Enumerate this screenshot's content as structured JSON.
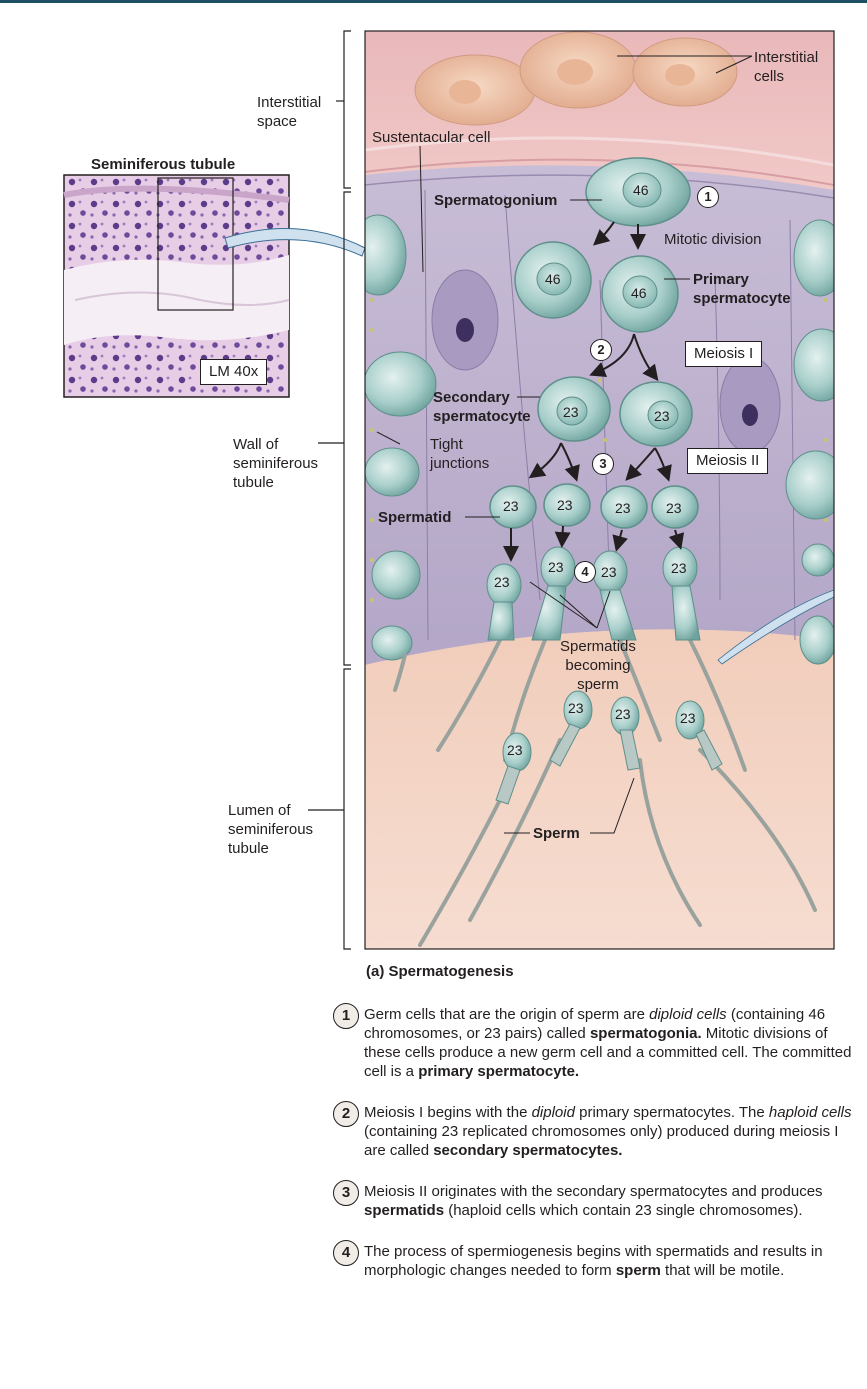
{
  "micrograph": {
    "title": "Seminiferous tubule",
    "magnification": "LM 40x"
  },
  "regions": {
    "interstitial_space": "Interstitial\nspace",
    "wall": "Wall of\nseminiferous\ntubule",
    "lumen": "Lumen of\nseminiferous\ntubule"
  },
  "labels": {
    "interstitial_cells": "Interstitial\ncells",
    "sustentacular_cell": "Sustentacular cell",
    "spermatogonium": "Spermatogonium",
    "mitotic_division": "Mitotic division",
    "primary_spermatocyte": "Primary\nspermatocyte",
    "meiosis_1": "Meiosis I",
    "secondary_spermatocyte": "Secondary\nspermatocyte",
    "meiosis_2": "Meiosis II",
    "tight_junctions": "Tight\njunctions",
    "spermatid": "Spermatid",
    "spermatids_becoming_sperm": "Spermatids\nbecoming\nsperm",
    "sperm": "Sperm"
  },
  "chromosome_counts": {
    "spermatogonium": "46",
    "daughter_cell": "46",
    "primary_spermatocyte": "46",
    "secondary_spermatocytes": [
      "23",
      "23"
    ],
    "spermatids": [
      "23",
      "23",
      "23",
      "23"
    ],
    "developing": [
      "23",
      "23",
      "23",
      "23"
    ],
    "sperm": [
      "23",
      "23",
      "23",
      "23"
    ]
  },
  "steps": [
    "1",
    "2",
    "3",
    "4"
  ],
  "caption": "(a) Spermatogenesis",
  "notes": [
    {
      "num": "1",
      "t1": "Germ cells that are the origin of sperm are ",
      "i1": "diploid cells",
      "t2": " (containing 46 chromosomes, or 23 pairs) called ",
      "b1": "spermatogonia.",
      "t3": " Mitotic divisions of these cells produce a new germ cell and a committed cell.  The committed cell is a ",
      "b2": "primary spermatocyte."
    },
    {
      "num": "2",
      "t1": "Meiosis I begins with the ",
      "i1": "diploid",
      "t2": " primary spermatocytes. The ",
      "i2": "haploid cells",
      "t3": " (containing 23 replicated chromosomes only) produced during meiosis I are called ",
      "b1": "secondary spermatocytes."
    },
    {
      "num": "3",
      "t1": "Meiosis II originates with the secondary spermatocytes and produces ",
      "b1": "spermatids",
      "t2": " (haploid cells which contain 23 single chromosomes)."
    },
    {
      "num": "4",
      "t1": "The process of spermiogenesis begins with spermatids and results in morphologic changes needed to form ",
      "b1": "sperm",
      "t2": " that will be motile."
    }
  ]
}
